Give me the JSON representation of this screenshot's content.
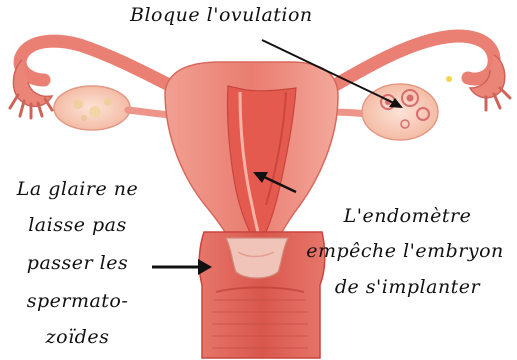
{
  "labels": {
    "ovulation": "Bloque l'ovulation",
    "mucus": [
      "La glaire ne",
      "laisse pas",
      "passer les",
      "spermato-",
      "zoïdes"
    ],
    "endometrium": [
      "L'endomètre",
      "empêche l'embryon",
      "de s'implanter"
    ]
  },
  "colors": {
    "tissue": "#ea7f73",
    "tissue_light": "#f6b5aa",
    "tissue_dark": "#c94b44",
    "lining": "#e65a4f",
    "ovary": "#f8c9b2",
    "ink": "#111111"
  }
}
